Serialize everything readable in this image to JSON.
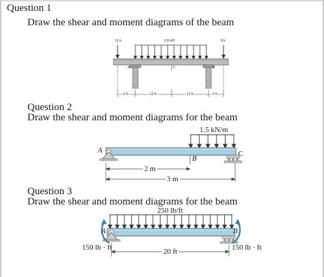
{
  "q1": {
    "title": "Question 1",
    "prompt": "Draw the shear and moment diagrams of the beam",
    "load_left": "10 k",
    "load_dist": "0.8 k/ft",
    "load_right": "8 k",
    "label_a": "A",
    "label_b": "B",
    "label_c": "C",
    "dim_1": "6 ft",
    "dim_2": "12 ft",
    "dim_3": "12 ft",
    "dim_4": "6 ft"
  },
  "q2": {
    "title": "Question 2",
    "prompt": "Draw the shear and moment diagrams for the beam",
    "load_dist": "1.5 kN/m",
    "label_a": "A",
    "label_b": "B",
    "label_c": "C",
    "dim_short": "2 m",
    "dim_long": "3 m"
  },
  "q3": {
    "title": "Question 3",
    "prompt": "Draw the shear and moment diagrams for the beam",
    "load_dist": "250 lb/ft",
    "label_a": "A",
    "label_b": "B",
    "moment_left": "150 lb · ft",
    "moment_right": "150 lb · ft",
    "dim_span": "20 ft"
  },
  "colors": {
    "beam_fill": "#a9cfe3",
    "beam_stroke": "#2a4a5a",
    "gray_beam": "#b8b8b8",
    "moment_arrow": "#2f7fb0"
  }
}
